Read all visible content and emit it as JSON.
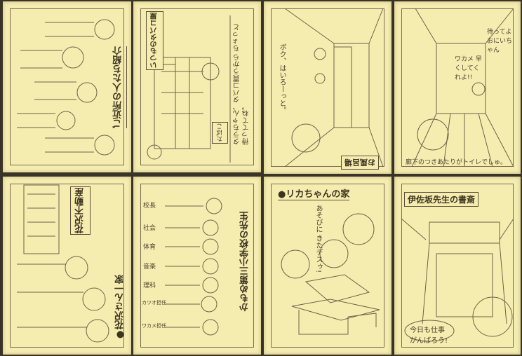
{
  "cards": [
    {
      "title": "ご近所の人たち紹介"
    },
    {
      "title": "いつものタバコ屋",
      "bubble": "タラちゃん、タバコ買うから ちょっと 待っててね。",
      "sign": "たばこ"
    },
    {
      "title": "お風呂場",
      "bubble": "ボク、はいろーっと。"
    },
    {
      "bubble1": "待ってよ おにいちゃん",
      "bubble2": "ワカメ 早くしてくれよ!!",
      "caption": "廊下のつきあたりがトイレでしゅ。"
    },
    {
      "title": "●花沢さん一家",
      "sign": "花沢不動産"
    },
    {
      "title": "かもめ第三小学校の先生",
      "labels": [
        "校長",
        "社会",
        "体育",
        "音楽",
        "理科",
        "カツオ担任",
        "ワカメ担任"
      ]
    },
    {
      "title": "●リカちゃんの家",
      "bubble": "あそびに きたデスゥ!"
    },
    {
      "title": "伊佐坂先生の書斎",
      "bubble": "今日も仕事 がんばろう!"
    }
  ]
}
